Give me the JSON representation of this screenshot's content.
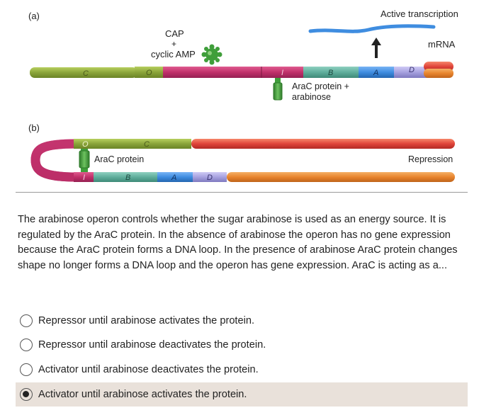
{
  "figure": {
    "panel_a": {
      "label": "(a)",
      "cap_line1": "CAP",
      "cap_line2": "+",
      "cap_line3": "cyclic AMP",
      "active_transcription": "Active transcription",
      "mrna": "mRNA",
      "region_c": "C",
      "region_o": "O",
      "region_i": "I",
      "region_b": "B",
      "region_a": "A",
      "region_d": "D",
      "arac_line1": "AraC protein +",
      "arac_line2": "arabinose"
    },
    "panel_b": {
      "label": "(b)",
      "region_o": "O",
      "region_c": "C",
      "arac": "AraC protein",
      "repression": "Repression",
      "region_i": "I",
      "region_b": "B",
      "region_a": "A",
      "region_d": "D"
    },
    "colors": {
      "green": "#8aa43a",
      "magenta": "#c0306a",
      "teal": "#5fae9c",
      "blue": "#3f8de0",
      "lavender": "#a7a2df",
      "red": "#e0443a",
      "orange": "#e8852e",
      "protein_green": "#3f9e3a"
    }
  },
  "question": {
    "text": "The arabinose operon controls whether the sugar arabinose is used as an energy source. It is regulated by the AraC protein. In the absence of arabinose the operon has no gene expression because the AraC protein forms a DNA loop. In the presence of arabinose AraC protein changes shape no longer forms a DNA loop and the operon has gene expression. AraC is acting as a..."
  },
  "options": [
    {
      "label": "Repressor until arabinose activates the protein.",
      "selected": false
    },
    {
      "label": "Repressor until arabinose deactivates the protein.",
      "selected": false
    },
    {
      "label": "Activator until arabinose deactivates the protein.",
      "selected": false
    },
    {
      "label": "Activator until arabinose activates the protein.",
      "selected": true
    }
  ]
}
